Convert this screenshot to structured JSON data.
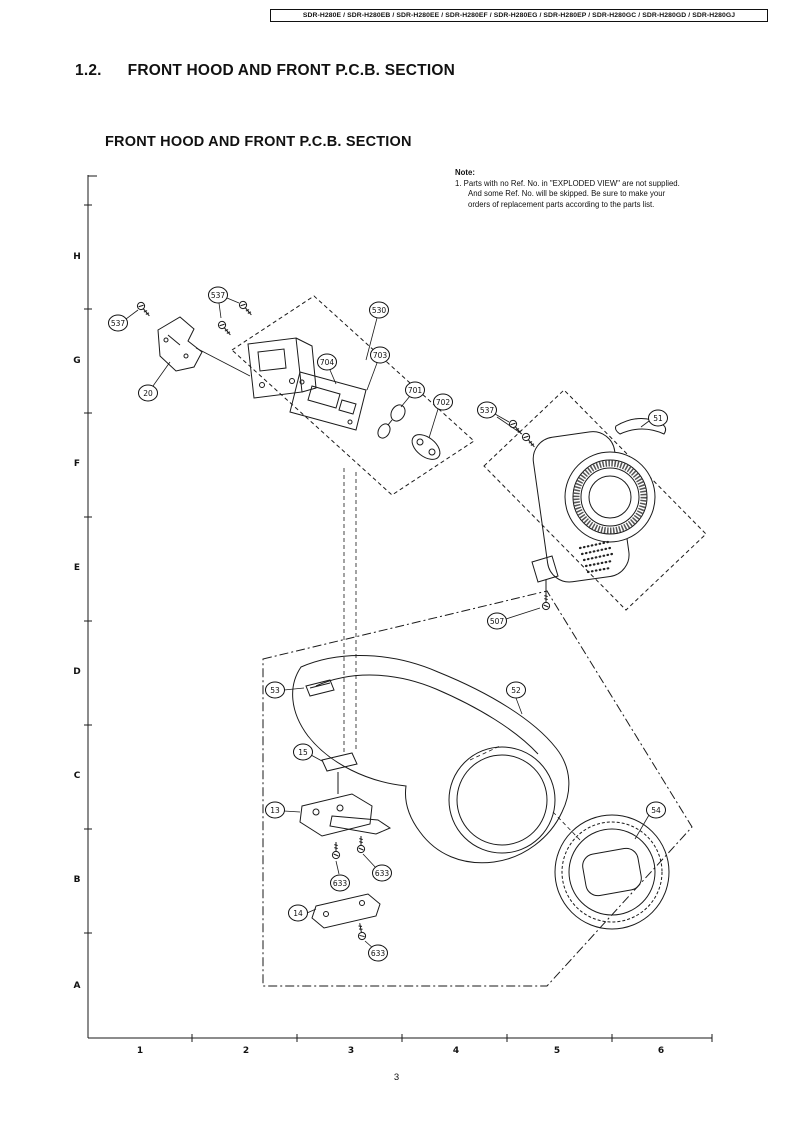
{
  "header": {
    "models": "SDR-H280E / SDR-H280EB / SDR-H280EE / SDR-H280EF / SDR-H280EG / SDR-H280EP / SDR-H280GC / SDR-H280GD / SDR-H280GJ"
  },
  "section": {
    "number": "1.2.",
    "title": "FRONT HOOD AND FRONT P.C.B. SECTION"
  },
  "subtitle": "FRONT HOOD AND FRONT P.C.B. SECTION",
  "note": {
    "label": "Note:",
    "lines": [
      "1.  Parts with no Ref. No. in \"EXPLODED VIEW\" are not supplied.",
      "And some Ref. No. will be skipped.  Be sure to make your",
      "orders of replacement parts according to the parts list."
    ]
  },
  "grid": {
    "rows": [
      "H",
      "G",
      "F",
      "E",
      "D",
      "C",
      "B",
      "A"
    ],
    "cols": [
      "1",
      "2",
      "3",
      "4",
      "5",
      "6"
    ]
  },
  "diagram": {
    "callouts": [
      {
        "label": "537"
      },
      {
        "label": "537"
      },
      {
        "label": "530"
      },
      {
        "label": "704"
      },
      {
        "label": "703"
      },
      {
        "label": "701"
      },
      {
        "label": "702"
      },
      {
        "label": "20"
      },
      {
        "label": "537"
      },
      {
        "label": "51"
      },
      {
        "label": "507"
      },
      {
        "label": "53"
      },
      {
        "label": "52"
      },
      {
        "label": "15"
      },
      {
        "label": "13"
      },
      {
        "label": "633"
      },
      {
        "label": "633"
      },
      {
        "label": "14"
      },
      {
        "label": "633"
      },
      {
        "label": "54"
      }
    ]
  },
  "page_number": "3"
}
